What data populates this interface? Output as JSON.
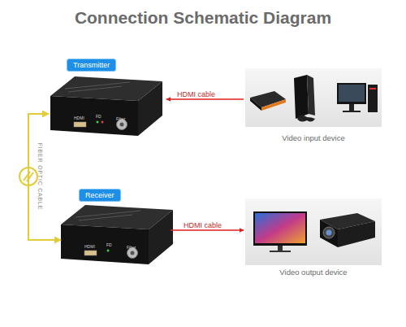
{
  "diagram": {
    "title": "Connection Schematic Diagram",
    "nodes": [
      {
        "text": [
          "Transmitter"
        ]
      },
      {
        "text": [
          "Video input device"
        ]
      },
      {
        "text": [
          "Receiver"
        ]
      },
      {
        "text": [
          "Video output device"
        ]
      }
    ],
    "edges": [
      {
        "from": 1,
        "to": 0,
        "arrow": "to",
        "label": "HDMI cable"
      },
      {
        "from": 2,
        "to": 3,
        "arrow": "to",
        "label": "HDMI cable"
      },
      {
        "from": 0,
        "to": 2,
        "arrow": "both",
        "label": "FIBER OPTIC CABLE"
      }
    ],
    "labels": [
      "HDMI",
      "FD",
      "Fiber",
      "HDMI",
      "FD",
      "Fiber"
    ]
  }
}
